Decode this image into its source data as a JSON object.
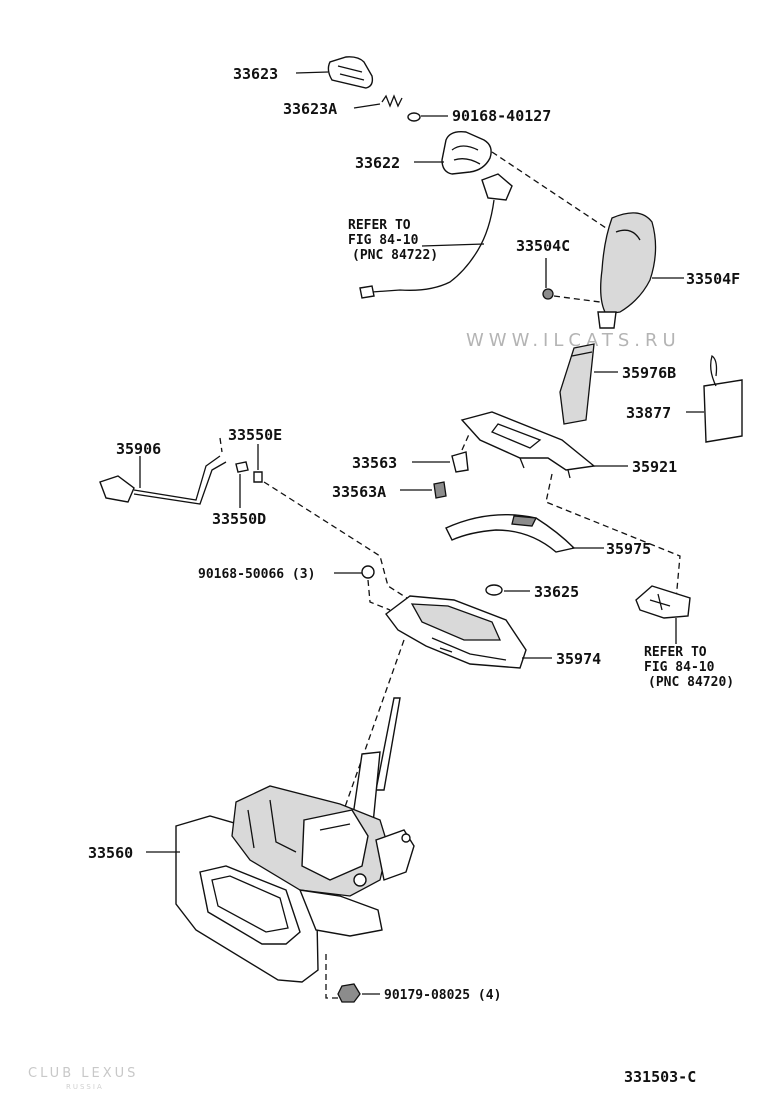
{
  "watermark": "WWW.ILCATS.RU",
  "footer_logo": {
    "brand": "CLUB LEXUS",
    "sub": "RUSSIA"
  },
  "figure_code": "331503-C",
  "refs": {
    "top": {
      "line1": "REFER TO",
      "line2": "FIG 84-10",
      "line3": "(PNC 84722)"
    },
    "right": {
      "line1": "REFER TO",
      "line2": "FIG 84-10",
      "line3": "(PNC 84720)"
    }
  },
  "parts": {
    "p33623": "33623",
    "p33623A": "33623A",
    "p90168_40127": "90168-40127",
    "p33622": "33622",
    "p33504C": "33504C",
    "p33504F": "33504F",
    "p35976B": "35976B",
    "p33877": "33877",
    "p35906": "35906",
    "p33550E": "33550E",
    "p33550D": "33550D",
    "p33563": "33563",
    "p35921": "35921",
    "p33563A": "33563A",
    "p35975": "35975",
    "p90168_50066": "90168-50066 (3)",
    "p33625": "33625",
    "p35974": "35974",
    "p33560": "33560",
    "p90179_08025": "90179-08025 (4)"
  }
}
